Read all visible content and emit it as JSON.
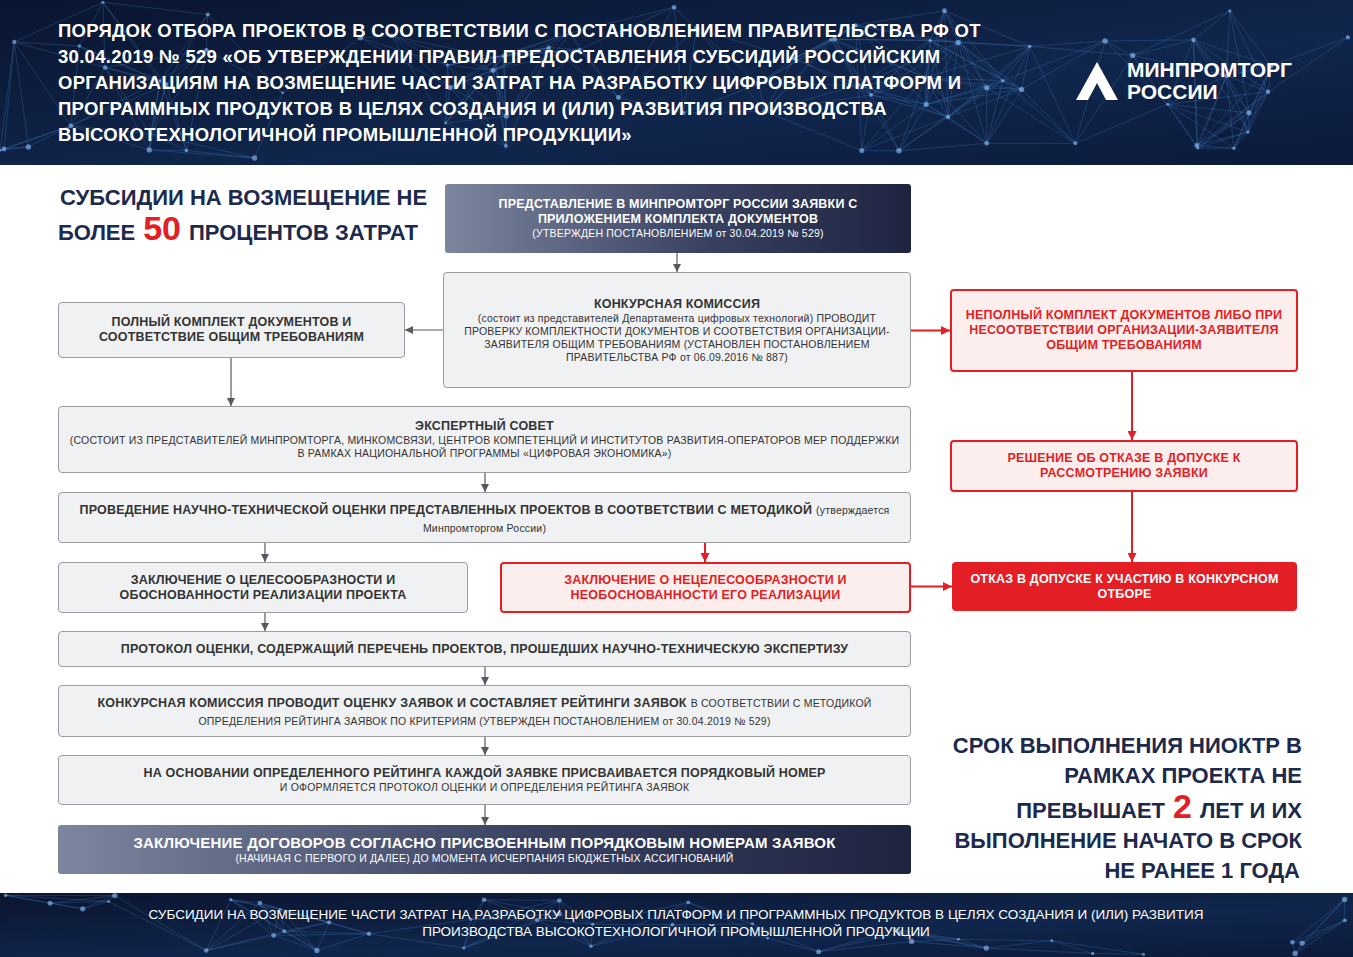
{
  "diagram": {
    "title": "ПОРЯДОК ОТБОРА ПРОЕКТОВ В СООТВЕТСТВИИ С ПОСТАНОВЛЕНИЕМ ПРАВИТЕЛЬСТВА РФ ОТ 30.04.2019 № 529 «ОБ УТВЕРЖДЕНИИ ПРАВИЛ ПРЕДОСТАВЛЕНИЯ СУБСИДИЙ РОССИЙСКИМ ОРГАНИЗАЦИЯМ НА ВОЗМЕЩЕНИЕ ЧАСТИ ЗАТРАТ НА РАЗРАБОТКУ ЦИФРОВЫХ ПЛАТФОРМ И ПРОГРАММНЫХ ПРОДУКТОВ В ЦЕЛЯХ СОЗДАНИЯ И (ИЛИ) РАЗВИТИЯ ПРОИЗВОДСТВА ВЫСОКОТЕХНОЛОГИЧНОЙ ПРОМЫШЛЕННОЙ ПРОДУКЦИИ»",
    "caption": "СУБСИДИИ НА ВОЗМЕЩЕНИЕ ЧАСТИ ЗАТРАТ НА РАЗРАБОТКУ ЦИФРОВЫХ ПЛАТФОРМ И ПРОГРАММНЫХ ПРОДУКТОВ В ЦЕЛЯХ СОЗДАНИЯ И (ИЛИ) РАЗВИТИЯ ПРОИЗВОДСТВА ВЫСОКОТЕХНОЛОГИЧНОЙ ПРОМЫШЛЕННОЙ ПРОДУКЦИИ",
    "nodes": [
      {
        "text": [
          "ПРЕДСТАВЛЕНИЕ В МИНПРОМТОРГ РОССИИ ЗАЯВКИ С ПРИЛОЖЕНИЕМ КОМПЛЕКТА ДОКУМЕНТОВ",
          "(УТВЕРЖДЕН ПОСТАНОВЛЕНИЕМ от 30.04.2019 № 529)"
        ]
      },
      {
        "text": [
          "КОНКУРСНАЯ КОМИССИЯ",
          "(состоит из представителей Департамента цифровых технологий) ПРОВОДИТ ПРОВЕРКУ КОМПЛЕКТНОСТИ ДОКУМЕНТОВ И СООТВЕТСТВИЯ ОРГАНИЗАЦИИ-ЗАЯВИТЕЛЯ ОБЩИМ ТРЕБОВАНИЯМ (УСТАНОВЛЕН ПОСТАНОВЛЕНИЕМ ПРАВИТЕЛЬСТВА РФ от 06.09.2016 № 887)"
        ]
      },
      {
        "text": [
          "ПОЛНЫЙ КОМПЛЕКТ ДОКУМЕНТОВ И СООТВЕТСТВИЕ ОБЩИМ ТРЕБОВАНИЯМ"
        ]
      },
      {
        "text": [
          "НЕПОЛНЫЙ КОМПЛЕКТ ДОКУМЕНТОВ ЛИБО ПРИ НЕСООТВЕТСТВИИ ОРГАНИЗАЦИИ-ЗАЯВИТЕЛЯ ОБЩИМ ТРЕБОВАНИЯМ"
        ]
      },
      {
        "text": [
          "ЭКСПЕРТНЫЙ СОВЕТ",
          "(СОСТОИТ ИЗ ПРЕДСТАВИТЕЛЕЙ МИНПРОМТОРГА, МИНКОМСВЯЗИ, ЦЕНТРОВ КОМПЕТЕНЦИЙ И ИНСТИТУТОВ РАЗВИТИЯ-ОПЕРАТОРОВ МЕР ПОДДЕРЖКИ В РАМКАХ НАЦИОНАЛЬНОЙ ПРОГРАММЫ «ЦИФРОВАЯ ЭКОНОМИКА»)"
        ]
      },
      {
        "text": [
          "РЕШЕНИЕ ОБ ОТКАЗЕ В ДОПУСКЕ К РАССМОТРЕНИЮ ЗАЯВКИ"
        ]
      },
      {
        "text": [
          "ПРОВЕДЕНИЕ НАУЧНО-ТЕХНИЧЕСКОЙ ОЦЕНКИ ПРЕДСТАВЛЕННЫХ ПРОЕКТОВ В СООТВЕТСТВИИ С МЕТОДИКОЙ",
          "(утверждается Минпромторгом России)"
        ]
      },
      {
        "text": [
          "ЗАКЛЮЧЕНИЕ О ЦЕЛЕСООБРАЗНОСТИ И ОБОСНОВАННОСТИ РЕАЛИЗАЦИИ ПРОЕКТА"
        ]
      },
      {
        "text": [
          "ЗАКЛЮЧЕНИЕ О НЕЦЕЛЕСООБРАЗНОСТИ И НЕОБОСНОВАННОСТИ ЕГО РЕАЛИЗАЦИИ"
        ]
      },
      {
        "text": [
          "ОТКАЗ В ДОПУСКЕ К УЧАСТИЮ В КОНКУРСНОМ ОТБОРЕ"
        ]
      },
      {
        "text": [
          "ПРОТОКОЛ ОЦЕНКИ, СОДЕРЖАЩИЙ ПЕРЕЧЕНЬ ПРОЕКТОВ, ПРОШЕДШИХ НАУЧНО-ТЕХНИЧЕСКУЮ ЭКСПЕРТИЗУ"
        ]
      },
      {
        "text": [
          "КОНКУРСНАЯ КОМИССИЯ ПРОВОДИТ ОЦЕНКУ ЗАЯВОК И СОСТАВЛЯЕТ РЕЙТИНГИ ЗАЯВОК",
          "В СООТВЕТСТВИИ С МЕТОДИКОЙ ОПРЕДЕЛЕНИЯ РЕЙТИНГА ЗАЯВОК ПО КРИТЕРИЯМ (УТВЕРЖДЕН ПОСТАНОВЛЕНИЕМ от 30.04.2019 № 529)"
        ]
      },
      {
        "text": [
          "НА ОСНОВАНИИ ОПРЕДЕЛЕННОГО РЕЙТИНГА КАЖДОЙ ЗАЯВКЕ ПРИСВАИВАЕТСЯ ПОРЯДКОВЫЙ НОМЕР",
          "И ОФОРМЛЯЕТСЯ ПРОТОКОЛ ОЦЕНКИ И ОПРЕДЕЛЕНИЯ РЕЙТИНГА ЗАЯВОК"
        ]
      },
      {
        "text": [
          "ЗАКЛЮЧЕНИЕ ДОГОВОРОВ СОГЛАСНО ПРИСВОЕННЫМ ПОРЯДКОВЫМ НОМЕРАМ ЗАЯВОК",
          "(НАЧИНАЯ С ПЕРВОГО И ДАЛЕЕ) ДО МОМЕНТА ИСЧЕРПАНИЯ БЮДЖЕТНЫХ АССИГНОВАНИЙ"
        ]
      }
    ],
    "edges": [
      {
        "from": 0,
        "to": 1,
        "arrow": "to"
      },
      {
        "from": 1,
        "to": 2,
        "arrow": "to"
      },
      {
        "from": 1,
        "to": 3,
        "arrow": "to"
      },
      {
        "from": 2,
        "to": 4,
        "arrow": "to"
      },
      {
        "from": 3,
        "to": 5,
        "arrow": "to"
      },
      {
        "from": 4,
        "to": 6,
        "arrow": "to"
      },
      {
        "from": 6,
        "to": 7,
        "arrow": "to"
      },
      {
        "from": 6,
        "to": 8,
        "arrow": "to"
      },
      {
        "from": 5,
        "to": 9,
        "arrow": "to"
      },
      {
        "from": 8,
        "to": 9,
        "arrow": "to"
      },
      {
        "from": 7,
        "to": 10,
        "arrow": "to"
      },
      {
        "from": 10,
        "to": 11,
        "arrow": "to"
      },
      {
        "from": 11,
        "to": 12,
        "arrow": "to"
      },
      {
        "from": 12,
        "to": 13,
        "arrow": "to"
      }
    ],
    "labels": [
      "СУБСИДИИ НА ВОЗМЕЩЕНИЕ НЕ БОЛЕЕ",
      "50",
      "ПРОЦЕНТОВ ЗАТРАТ",
      "СРОК ВЫПОЛНЕНИЯ НИОКТР В РАМКАХ ПРОЕКТА НЕ ПРЕВЫШАЕТ",
      "2",
      "ЛЕТ И ИХ ВЫПОЛНЕНИЕ НАЧАТО В СРОК НЕ РАНЕЕ 1 ГОДА",
      "МИНПРОМТОРГ РОССИИ"
    ]
  }
}
